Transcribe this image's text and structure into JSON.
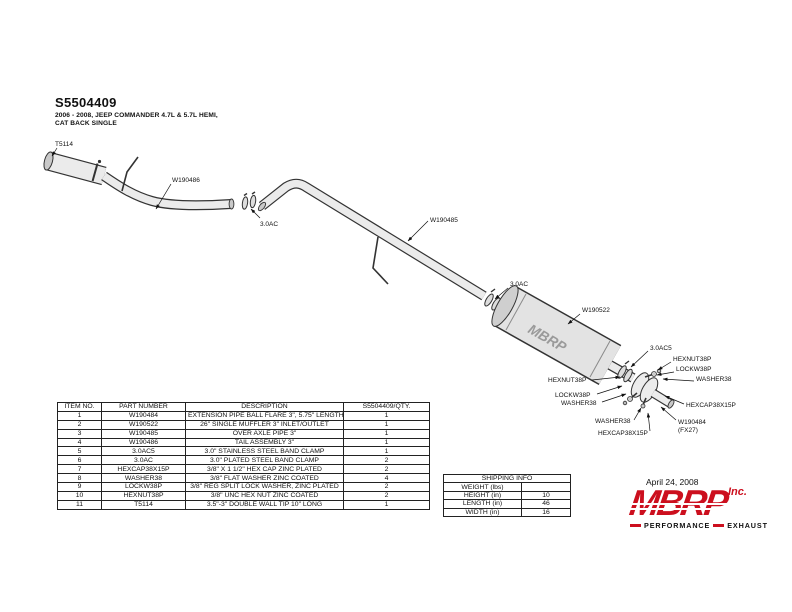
{
  "header": {
    "title": "S5504409",
    "subtitle_line1": "2006 - 2008, JEEP COMMANDER 4.7L & 5.7L HEMI,",
    "subtitle_line2": "CAT BACK SINGLE"
  },
  "diagram": {
    "labels": [
      "T5114",
      "W190486",
      "3.0AC",
      "W190485",
      "3.0AC",
      "W190522",
      "3.0AC5",
      "HEXNUT38P",
      "LOCKW38P",
      "WASHER38",
      "HEXNUT38P",
      "LOCKW38P",
      "WASHER38",
      "HEXCAP38X15P",
      "W190484",
      "(FX27)",
      "WASHER38",
      "HEXCAP38X15P"
    ],
    "muffler_brand": "MBRP"
  },
  "parts_table": {
    "headers": [
      "ITEM NO.",
      "PART NUMBER",
      "DESCRIPTION",
      "S5504409/QTY."
    ],
    "rows": [
      [
        "1",
        "W190484",
        "EXTENSION PIPE BALL FLARE 3\", 5.75\" LENGTH",
        "1"
      ],
      [
        "2",
        "W190522",
        "26\" SINGLE MUFFLER 3\" INLET/OUTLET",
        "1"
      ],
      [
        "3",
        "W190485",
        "OVER AXLE PIPE 3\"",
        "1"
      ],
      [
        "4",
        "W190486",
        "TAIL ASSEMBLY 3\"",
        "1"
      ],
      [
        "5",
        "3.0AC5",
        "3.0\" STAINLESS STEEL BAND CLAMP",
        "1"
      ],
      [
        "6",
        "3.0AC",
        "3.0\" PLATED STEEL BAND CLAMP",
        "2"
      ],
      [
        "7",
        "HEXCAP38X15P",
        "3/8\" X 1 1/2\" HEX CAP ZINC PLATED",
        "2"
      ],
      [
        "8",
        "WASHER38",
        "3/8\" FLAT WASHER ZINC COATED",
        "4"
      ],
      [
        "9",
        "LOCKW38P",
        "3/8\" REG SPLIT LOCK WASHER, ZINC PLATED",
        "2"
      ],
      [
        "10",
        "HEXNUT38P",
        "3/8\" UNC HEX NUT ZINC COATED",
        "2"
      ],
      [
        "11",
        "T5114",
        "3.5\"-3\" DOUBLE WALL TIP 10\" LONG",
        "1"
      ]
    ]
  },
  "shipping_info": {
    "title": "SHIPPING INFO",
    "rows": [
      {
        "label": "WEIGHT (lbs)",
        "value": ""
      },
      {
        "label": "HEIGHT (in)",
        "value": "10"
      },
      {
        "label": "LENGTH (in)",
        "value": "46"
      },
      {
        "label": "WIDTH (in)",
        "value": "16"
      }
    ]
  },
  "footer": {
    "date": "April 24, 2008"
  },
  "logo": {
    "brand": "MBRP",
    "suffix": "Inc.",
    "tagline_word1": "PERFORMANCE",
    "tagline_word2": "EXHAUST",
    "brand_color": "#cc0f1e"
  }
}
